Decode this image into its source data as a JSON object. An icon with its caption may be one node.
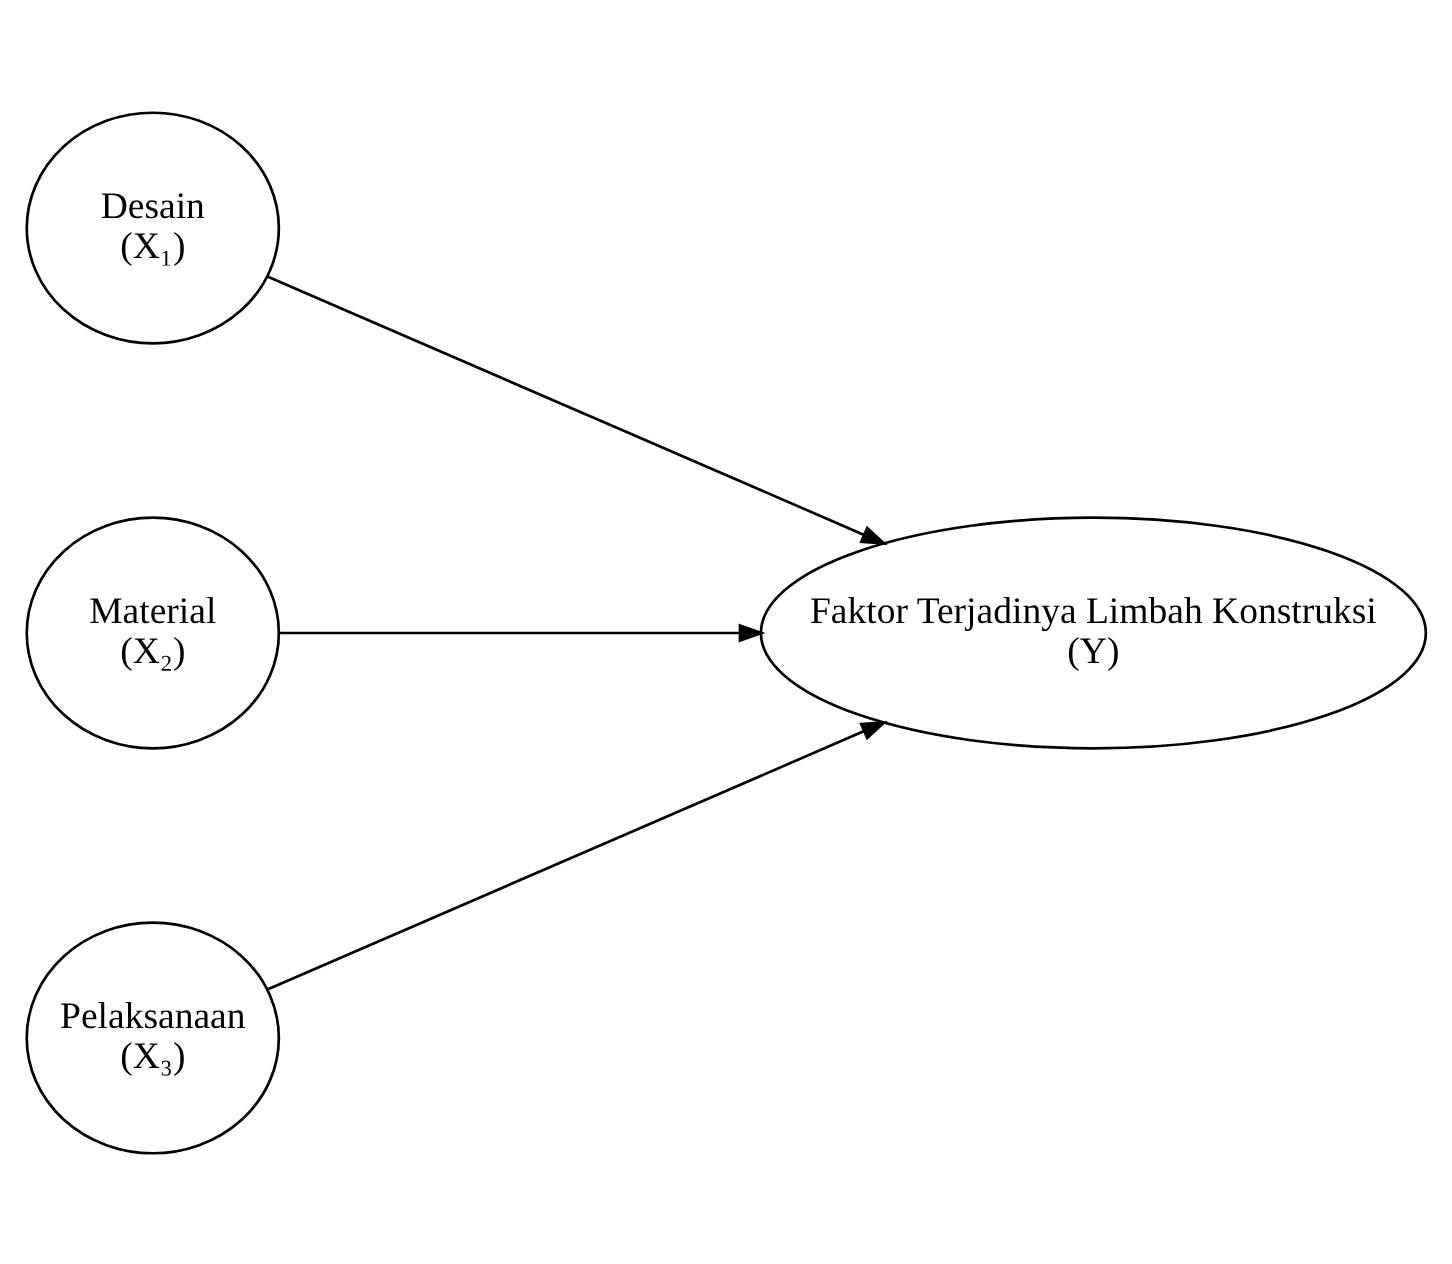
{
  "diagram": {
    "nodes": [
      {
        "text": [
          "Desain",
          "(X₁)"
        ]
      },
      {
        "text": [
          "Material",
          "(X₂)"
        ]
      },
      {
        "text": [
          "Pelaksanaan",
          "(X₃)"
        ]
      },
      {
        "text": [
          "Faktor Terjadinya Limbah Konstruksi",
          "(Y)"
        ]
      }
    ],
    "edges": [
      {
        "from": 0,
        "to": 3,
        "arrow": "to"
      },
      {
        "from": 1,
        "to": 3,
        "arrow": "to"
      },
      {
        "from": 2,
        "to": 3,
        "arrow": "to"
      }
    ]
  }
}
